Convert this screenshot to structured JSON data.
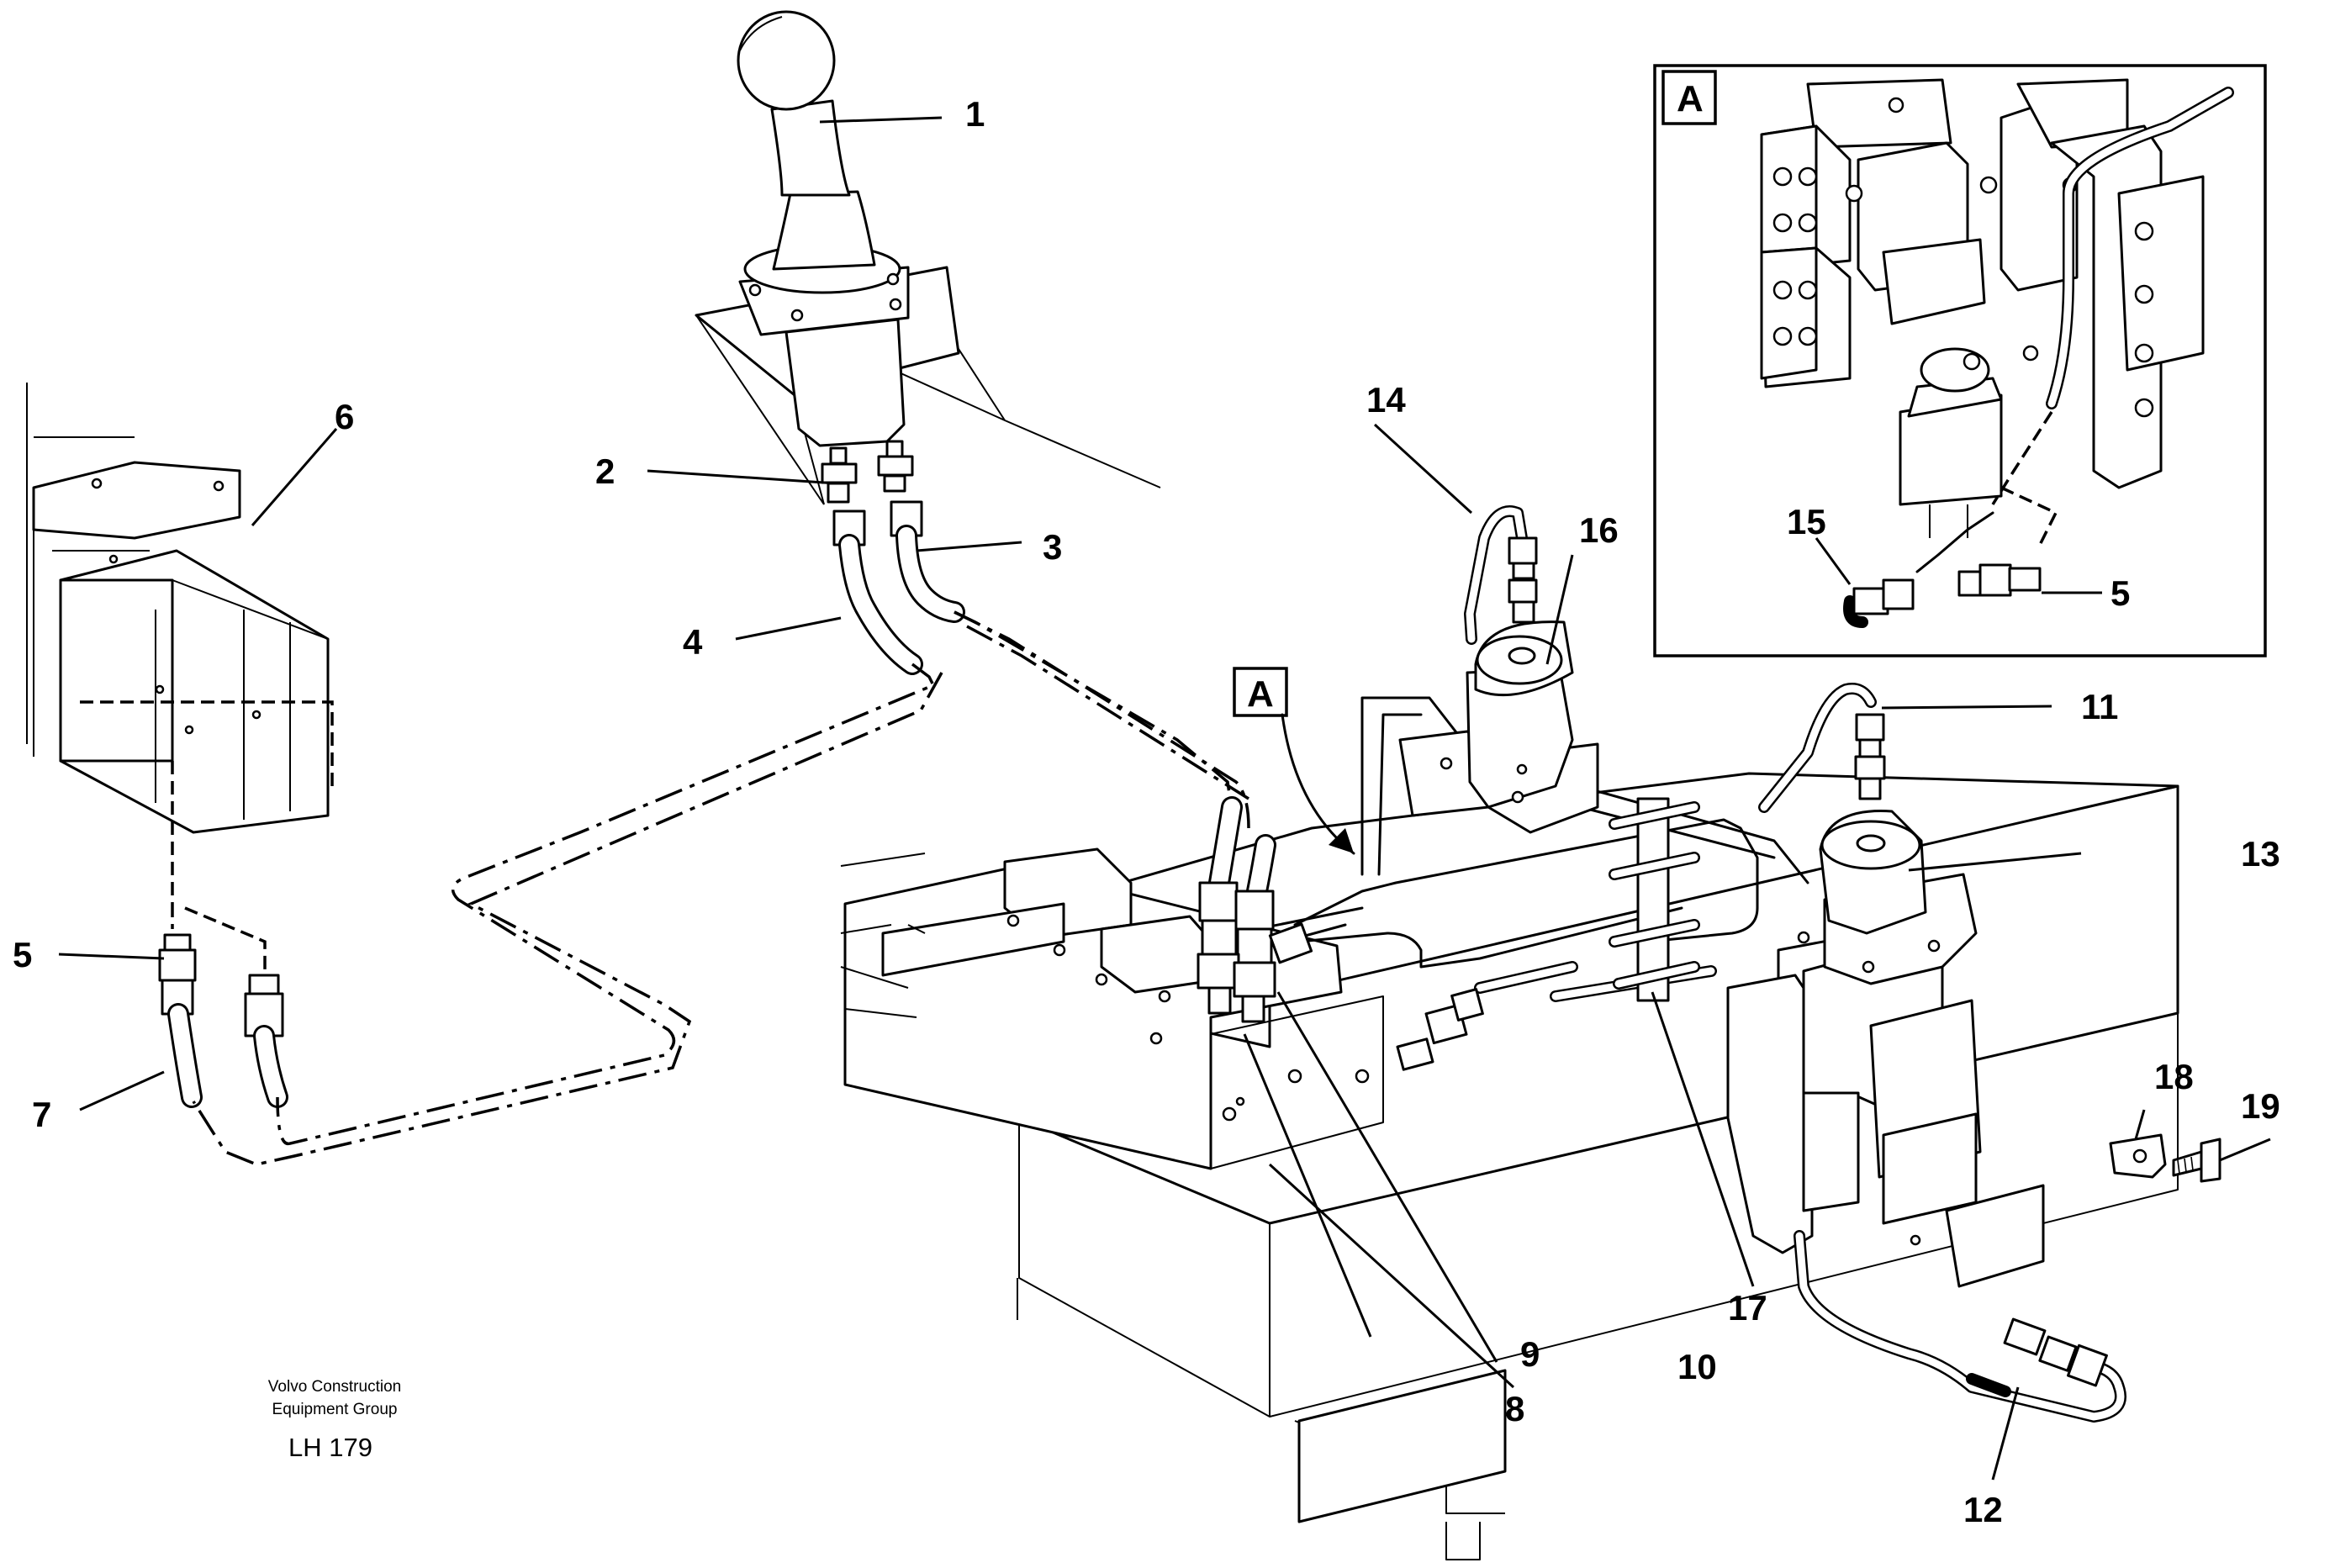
{
  "callouts": {
    "c1": "1",
    "c2": "2",
    "c3": "3",
    "c4": "4",
    "c5": "5",
    "c5b": "5",
    "c6": "6",
    "c7": "7",
    "c8": "8",
    "c9": "9",
    "c10": "10",
    "c11": "11",
    "c12": "12",
    "c13": "13",
    "c14": "14",
    "c15": "15",
    "c16": "16",
    "c17": "17",
    "c18": "18",
    "c19": "19"
  },
  "detail_marker": "A",
  "detail_box_label": "A",
  "credit": {
    "line1": "Volvo Construction",
    "line2": "Equipment Group",
    "code": "LH 179"
  }
}
